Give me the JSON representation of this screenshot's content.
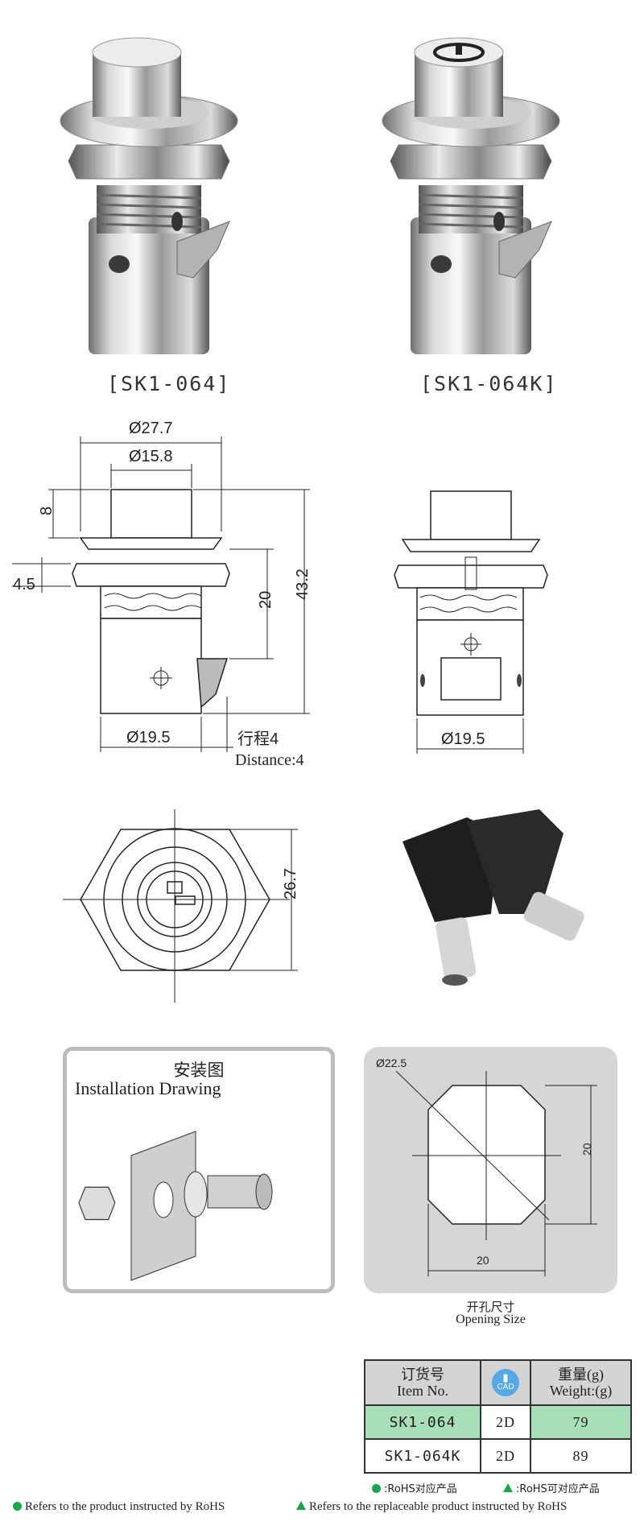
{
  "products": [
    {
      "caption": "[SK1-064]"
    },
    {
      "caption": "[SK1-064K]"
    }
  ],
  "drawing": {
    "dim_outer": "Ø27.7",
    "dim_inner": "Ø15.8",
    "dim_8": "8",
    "dim_45": "4.5",
    "dim_20": "20",
    "dim_432": "43.2",
    "dim_base": "Ø19.5",
    "stroke_cn": "行程4",
    "stroke_en": "Distance:4",
    "dim_base_right": "Ø19.5",
    "dim_267": "26.7"
  },
  "installation": {
    "title_cn": "安装图",
    "title_en": "Installation Drawing"
  },
  "opening": {
    "dim_diam": "Ø22.5",
    "dim_height": "20",
    "dim_width": "20",
    "title_cn": "开孔尺寸",
    "title_en": "Opening Size"
  },
  "table": {
    "h_item_cn": "订货号",
    "h_item_en": "Item No.",
    "h_cad": "CAD",
    "h_weight_cn": "重量(g)",
    "h_weight_en": "Weight:(g)",
    "rows": [
      {
        "item": "SK1-064",
        "cad": "2D",
        "weight": "79"
      },
      {
        "item": "SK1-064K",
        "cad": "2D",
        "weight": "89"
      }
    ]
  },
  "legend": {
    "rohs_cn": ":RoHS对应产品",
    "replace_cn": ":RoHS可对应产品",
    "rohs_en": "Refers to the product instructed by RoHS",
    "replace_en": "Refers to the replaceable product instructed by RoHS"
  },
  "colors": {
    "green": "#1aa64a",
    "highlight": "#a9dfb8",
    "panel": "#d6d6d6"
  }
}
